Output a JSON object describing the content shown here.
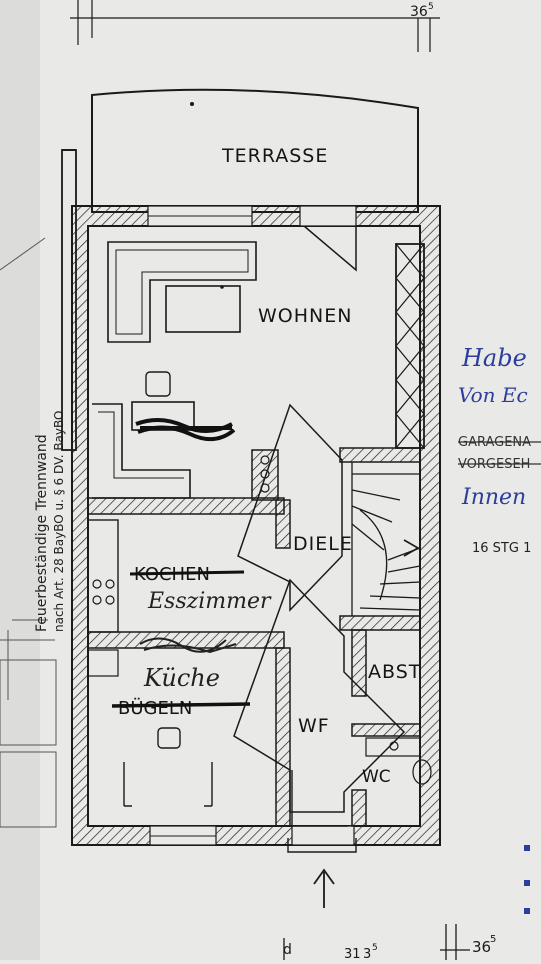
{
  "rooms": {
    "terrasse": "TERRASSE",
    "wohnen": "WOHNEN",
    "diele": "DIELE",
    "kochen": "KOCHEN",
    "abst": "ABST",
    "wf": "WF",
    "wc": "WC",
    "buegeln": "BÜGELN"
  },
  "handwritten": {
    "esszimmer": "Esszimmer",
    "kueche": "Küche"
  },
  "side_text": {
    "line1": "Feuerbeständige Trennwand",
    "line2": "nach Art. 28 BayBO u. § 6 DV. BayBO"
  },
  "right_notes": {
    "habe": "Habe",
    "von": "Von Ec",
    "garagen": "GARAGENA",
    "vorgesehen": "VORGESEH",
    "innen": "Innen",
    "stg": "16 STG 1"
  },
  "dimensions": {
    "top": "36",
    "top_sup": "5",
    "bottom_a": "31",
    "bottom_a2": "3",
    "bottom_a_sup": "5",
    "bottom_b": "36",
    "bottom_b_sup": "5",
    "bottom_left": "d"
  },
  "colors": {
    "paper": "#e9e9e7",
    "ink": "#1a1a1a",
    "handwriting": "#2d3d9c"
  }
}
